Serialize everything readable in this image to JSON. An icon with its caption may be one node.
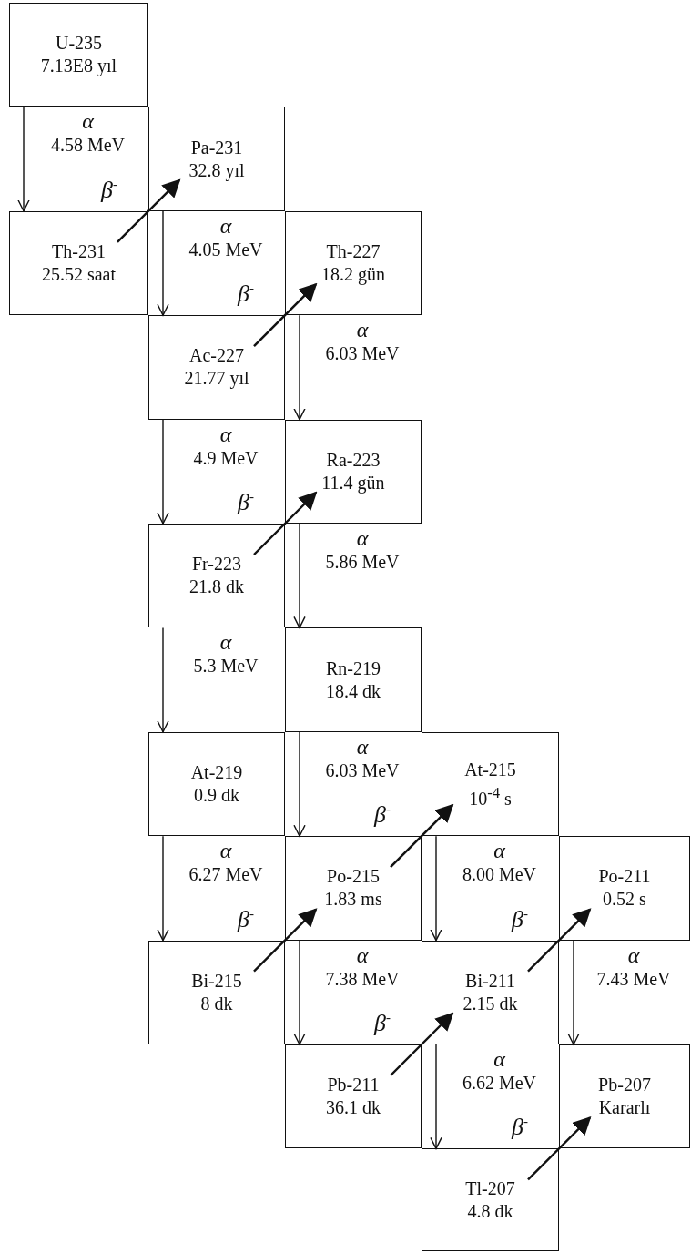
{
  "diagram": {
    "nodes": [
      {
        "text": [
          "U-235",
          "7.13E8 yıl"
        ]
      },
      {
        "text": [
          "Pa-231",
          "32.8 yıl"
        ]
      },
      {
        "text": [
          "Th-231",
          "25.52 saat"
        ]
      },
      {
        "text": [
          "Th-227",
          "18.2 gün"
        ]
      },
      {
        "text": [
          "Ac-227",
          "21.77 yıl"
        ]
      },
      {
        "text": [
          "Ra-223",
          "11.4 gün"
        ]
      },
      {
        "text": [
          "Fr-223",
          "21.8 dk"
        ]
      },
      {
        "text": [
          "Rn-219",
          "18.4 dk"
        ]
      },
      {
        "text": [
          "At-219",
          "0.9 dk"
        ]
      },
      {
        "text": [
          "At-215",
          "10$^{-4}$ s"
        ]
      },
      {
        "text": [
          "Po-215",
          "1.83 ms"
        ]
      },
      {
        "text": [
          "Po-211",
          "0.52 s"
        ]
      },
      {
        "text": [
          "Bi-215",
          "8 dk"
        ]
      },
      {
        "text": [
          "Bi-211",
          "2.15 dk"
        ]
      },
      {
        "text": [
          "Pb-211",
          "36.1 dk"
        ]
      },
      {
        "text": [
          "Pb-207",
          "Kararlı"
        ]
      },
      {
        "text": [
          "Tl-207",
          "4.8 dk"
        ]
      }
    ],
    "edges": [
      {
        "from": 0,
        "to": 2,
        "arrow": "to",
        "label": "α 4.58 MeV"
      },
      {
        "from": 2,
        "to": 1,
        "arrow": "to",
        "label": "β$^{-}$"
      },
      {
        "from": 1,
        "to": 4,
        "arrow": "to",
        "label": "α 4.05 MeV"
      },
      {
        "from": 4,
        "to": 3,
        "arrow": "to",
        "label": "β$^{-}$"
      },
      {
        "from": 3,
        "to": 5,
        "arrow": "to",
        "label": "α 6.03 MeV"
      },
      {
        "from": 4,
        "to": 6,
        "arrow": "to",
        "label": "α 4.9 MeV"
      },
      {
        "from": 6,
        "to": 5,
        "arrow": "to",
        "label": "β$^{-}$"
      },
      {
        "from": 5,
        "to": 7,
        "arrow": "to",
        "label": "α 5.86 MeV"
      },
      {
        "from": 6,
        "to": 8,
        "arrow": "to",
        "label": "α 5.3 MeV"
      },
      {
        "from": 7,
        "to": 10,
        "arrow": "to",
        "label": "α 6.03 MeV"
      },
      {
        "from": 8,
        "to": 12,
        "arrow": "to",
        "label": "α 6.27 MeV"
      },
      {
        "from": 12,
        "to": 10,
        "arrow": "to",
        "label": "β$^{-}$"
      },
      {
        "from": 10,
        "to": 9,
        "arrow": "to",
        "label": "β$^{-}$"
      },
      {
        "from": 9,
        "to": 13,
        "arrow": "to",
        "label": "α 8.00 MeV"
      },
      {
        "from": 10,
        "to": 14,
        "arrow": "to",
        "label": "α 7.38 MeV"
      },
      {
        "from": 14,
        "to": 13,
        "arrow": "to",
        "label": "β$^{-}$"
      },
      {
        "from": 13,
        "to": 11,
        "arrow": "to",
        "label": "β$^{-}$"
      },
      {
        "from": 13,
        "to": 16,
        "arrow": "to",
        "label": "α 6.62 MeV"
      },
      {
        "from": 11,
        "to": 15,
        "arrow": "to",
        "label": "α 7.43 MeV"
      },
      {
        "from": 16,
        "to": 15,
        "arrow": "to",
        "label": "β$^{-}$"
      }
    ]
  }
}
